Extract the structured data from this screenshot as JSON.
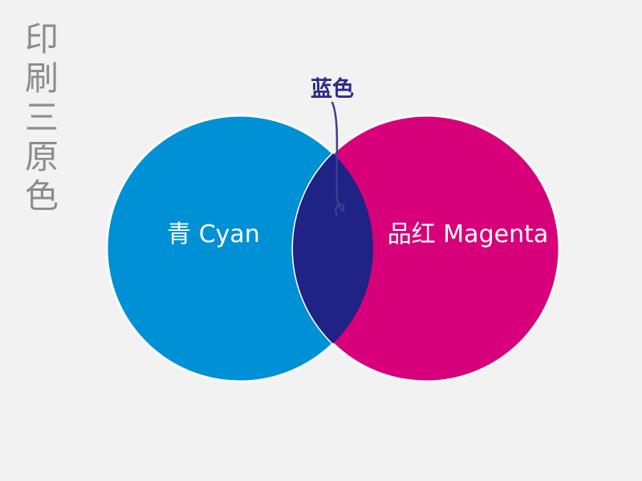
{
  "title_chars": [
    "印",
    "刷",
    "三",
    "原",
    "色"
  ],
  "circles": {
    "left": {
      "label": "青 Cyan",
      "color": "#0090d5"
    },
    "right": {
      "label": "品红 Magenta",
      "color": "#d8007a"
    }
  },
  "overlap": {
    "label": "蓝色",
    "color": "#1f2386"
  }
}
